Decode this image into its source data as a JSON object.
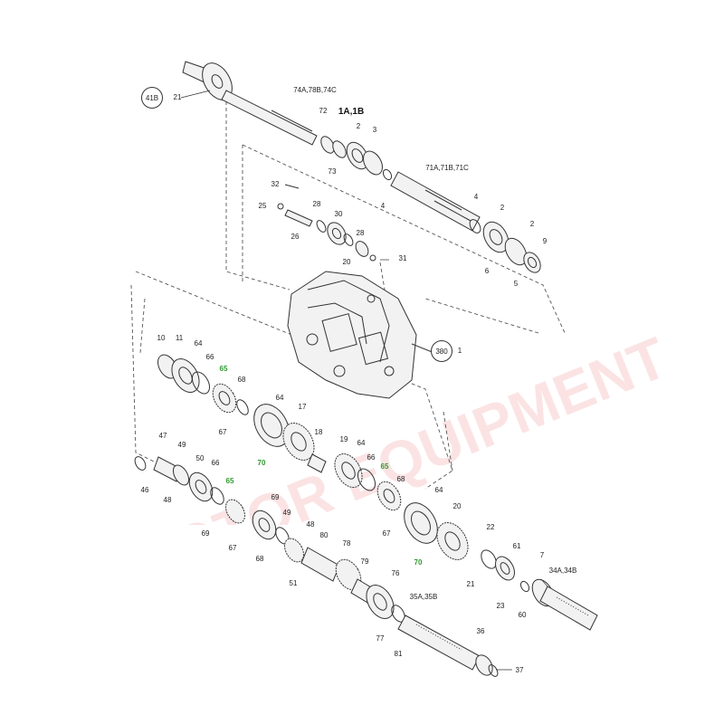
{
  "watermark_text": "MOTOR EQUIPMENT",
  "colors": {
    "line": "#333333",
    "part_fill": "#f2f2f2",
    "dash": "#555555",
    "green_label": "#2e9a2e",
    "watermark": "#e8505a"
  },
  "callouts": [
    {
      "id": "c74a",
      "text": "74A,78B,74C"
    },
    {
      "id": "c72",
      "text": "72"
    },
    {
      "id": "c1a",
      "text": "1A,1B"
    },
    {
      "id": "c2a",
      "text": "2"
    },
    {
      "id": "c3",
      "text": "3"
    },
    {
      "id": "c73",
      "text": "73"
    },
    {
      "id": "c4a",
      "text": "4"
    },
    {
      "id": "c71a",
      "text": "71A,71B,71C"
    },
    {
      "id": "c32",
      "text": "32"
    },
    {
      "id": "c25",
      "text": "25"
    },
    {
      "id": "c28a",
      "text": "28"
    },
    {
      "id": "c30",
      "text": "30"
    },
    {
      "id": "c26",
      "text": "26"
    },
    {
      "id": "c28b",
      "text": "28"
    },
    {
      "id": "c20a",
      "text": "20"
    },
    {
      "id": "c31",
      "text": "31"
    },
    {
      "id": "c4b",
      "text": "4"
    },
    {
      "id": "c2b",
      "text": "2"
    },
    {
      "id": "c2c",
      "text": "2"
    },
    {
      "id": "c9",
      "text": "9"
    },
    {
      "id": "c6",
      "text": "6"
    },
    {
      "id": "c5",
      "text": "5"
    },
    {
      "id": "c10",
      "text": "10"
    },
    {
      "id": "c11",
      "text": "11"
    },
    {
      "id": "c64a",
      "text": "64"
    },
    {
      "id": "c66a",
      "text": "66"
    },
    {
      "id": "c65a",
      "text": "65",
      "green": true
    },
    {
      "id": "c68a",
      "text": "68"
    },
    {
      "id": "c67a",
      "text": "67"
    },
    {
      "id": "c64b",
      "text": "64"
    },
    {
      "id": "c17",
      "text": "17"
    },
    {
      "id": "c70a",
      "text": "70",
      "green": true
    },
    {
      "id": "c18",
      "text": "18"
    },
    {
      "id": "c19",
      "text": "19"
    },
    {
      "id": "c64c",
      "text": "64"
    },
    {
      "id": "c65b",
      "text": "65",
      "green": true
    },
    {
      "id": "c66b",
      "text": "66"
    },
    {
      "id": "c68b",
      "text": "68"
    },
    {
      "id": "c67b",
      "text": "67"
    },
    {
      "id": "c47",
      "text": "47"
    },
    {
      "id": "c49",
      "text": "49"
    },
    {
      "id": "c46",
      "text": "46"
    },
    {
      "id": "c48a",
      "text": "48"
    },
    {
      "id": "c50",
      "text": "50"
    },
    {
      "id": "c66c",
      "text": "66"
    },
    {
      "id": "c65c",
      "text": "65",
      "green": true
    },
    {
      "id": "c69a",
      "text": "69"
    },
    {
      "id": "c67c",
      "text": "67"
    },
    {
      "id": "c69b",
      "text": "69"
    },
    {
      "id": "c49b",
      "text": "49"
    },
    {
      "id": "c68c",
      "text": "68"
    },
    {
      "id": "c48b",
      "text": "48"
    },
    {
      "id": "c80",
      "text": "80"
    },
    {
      "id": "c78",
      "text": "78"
    },
    {
      "id": "c51",
      "text": "51"
    },
    {
      "id": "c64d",
      "text": "64"
    },
    {
      "id": "c20b",
      "text": "20"
    },
    {
      "id": "c70b",
      "text": "70",
      "green": true
    },
    {
      "id": "c22",
      "text": "22"
    },
    {
      "id": "c61",
      "text": "61"
    },
    {
      "id": "c7",
      "text": "7"
    },
    {
      "id": "c34",
      "text": "34A,34B"
    },
    {
      "id": "c21",
      "text": "21"
    },
    {
      "id": "c23",
      "text": "23"
    },
    {
      "id": "c60",
      "text": "60"
    },
    {
      "id": "c79",
      "text": "79"
    },
    {
      "id": "c76",
      "text": "76"
    },
    {
      "id": "c35",
      "text": "35A,35B"
    },
    {
      "id": "c77",
      "text": "77"
    },
    {
      "id": "c81",
      "text": "81"
    },
    {
      "id": "c36",
      "text": "36"
    },
    {
      "id": "c37",
      "text": "37"
    },
    {
      "id": "c21top",
      "text": "21"
    }
  ],
  "bubbles": [
    {
      "id": "b41",
      "text": "41B"
    },
    {
      "id": "b380",
      "text": "380"
    }
  ],
  "bubble_suffix": [
    {
      "id": "s1",
      "text": "1"
    }
  ]
}
